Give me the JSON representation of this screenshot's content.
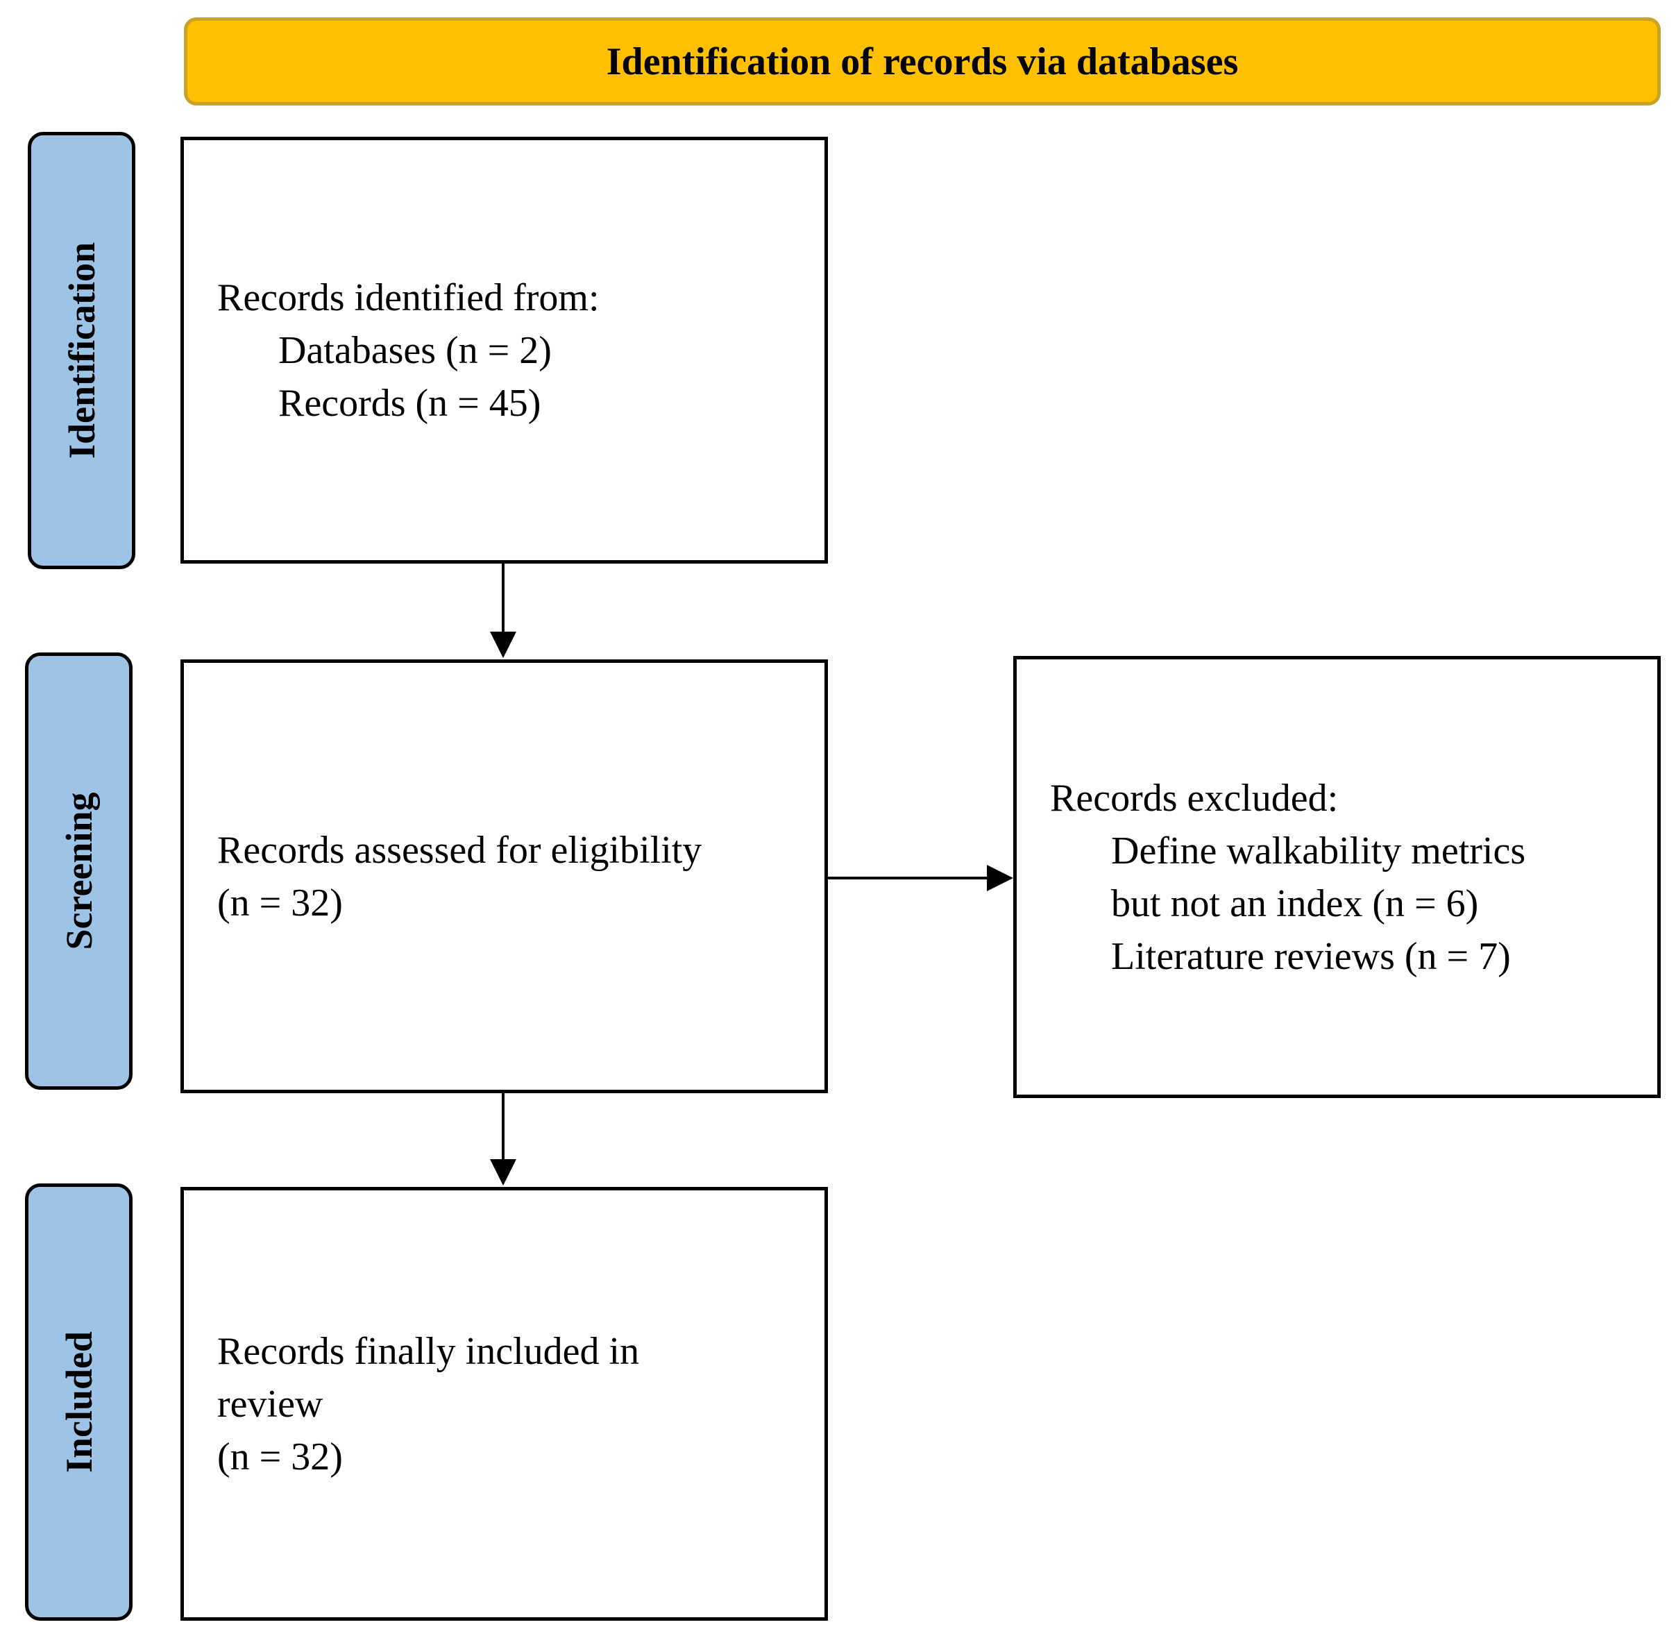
{
  "header": {
    "title": "Identification of records via databases"
  },
  "phases": {
    "identification": "Identification",
    "screening": "Screening",
    "included": "Included"
  },
  "boxes": {
    "identified": {
      "line1": "Records identified from:",
      "line2": "Databases (n = 2)",
      "line3": "Records (n = 45)"
    },
    "assessed": {
      "line1": "Records assessed for eligibility",
      "line2": "(n = 32)"
    },
    "excluded": {
      "line1": "Records excluded:",
      "line2": "Define walkability metrics",
      "line3": "but not an index (n = 6)",
      "line4": "Literature reviews (n = 7)"
    },
    "included": {
      "line1": "Records finally included in",
      "line2": "review",
      "line3": "(n = 32)"
    }
  },
  "colors": {
    "header_fill": "#FFC000",
    "phase_fill": "#9DC3E6"
  }
}
